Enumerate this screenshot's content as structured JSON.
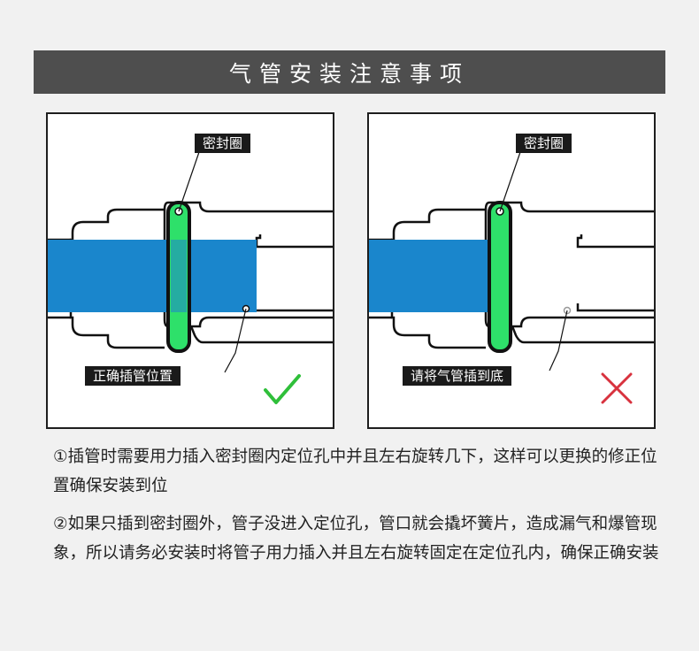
{
  "header": {
    "title": "气管安装注意事项"
  },
  "diagrams": {
    "correct": {
      "seal_label": "密封圈",
      "position_label": "正确插管位置",
      "status_icon": "check-icon"
    },
    "incorrect": {
      "seal_label": "密封圈",
      "position_label": "请将气管插到底",
      "status_icon": "cross-icon"
    }
  },
  "notes": [
    {
      "text": "①插管时需要用力插入密封圈内定位孔中并且左右旋转几下，这样可以更换的修正位置确保安装到位"
    },
    {
      "text": "②如果只插到密封圈外，管子没进入定位孔，管口就会撬坏簧片，造成漏气和爆管现象，所以请务必安装时将管子用力插入并且左右旋转固定在定位孔内，确保正确安装"
    }
  ],
  "colors": {
    "title_bg": "#4e4e4e",
    "tube_blue": "#1a86cc",
    "seal_green": "#2ee06a",
    "overlap_teal": "#25aca2",
    "check_green": "#2fbf3a",
    "cross_red": "#d8323e"
  }
}
